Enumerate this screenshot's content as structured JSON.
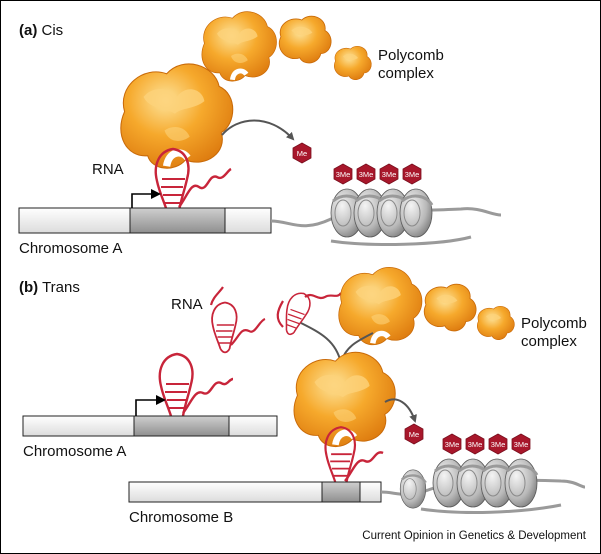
{
  "panel_a": {
    "letter": "(a)",
    "title": "Cis",
    "rna_label": "RNA",
    "complex_label_line1": "Polycomb",
    "complex_label_line2": "complex",
    "single_mark": "Me",
    "nucleosome_mark": "3Me",
    "chromosome_label": "Chromosome A"
  },
  "panel_b": {
    "letter": "(b)",
    "title": "Trans",
    "rna_label": "RNA",
    "complex_label_line1": "Polycomb",
    "complex_label_line2": "complex",
    "single_mark": "Me",
    "nucleosome_mark": "3Me",
    "chromosome_a_label": "Chromosome A",
    "chromosome_b_label": "Chromosome B"
  },
  "footer": "Current Opinion in Genetics & Development",
  "colors": {
    "complex_orange": "#f39a1e",
    "complex_highlight": "#fbc45a",
    "rna_red": "#c8253a",
    "mark_red": "#a8172b",
    "chromosome_fill": "#f1f1f1",
    "gene_fill": "#a9a9a9",
    "nucleosome_gray": "#b9b9b9"
  }
}
